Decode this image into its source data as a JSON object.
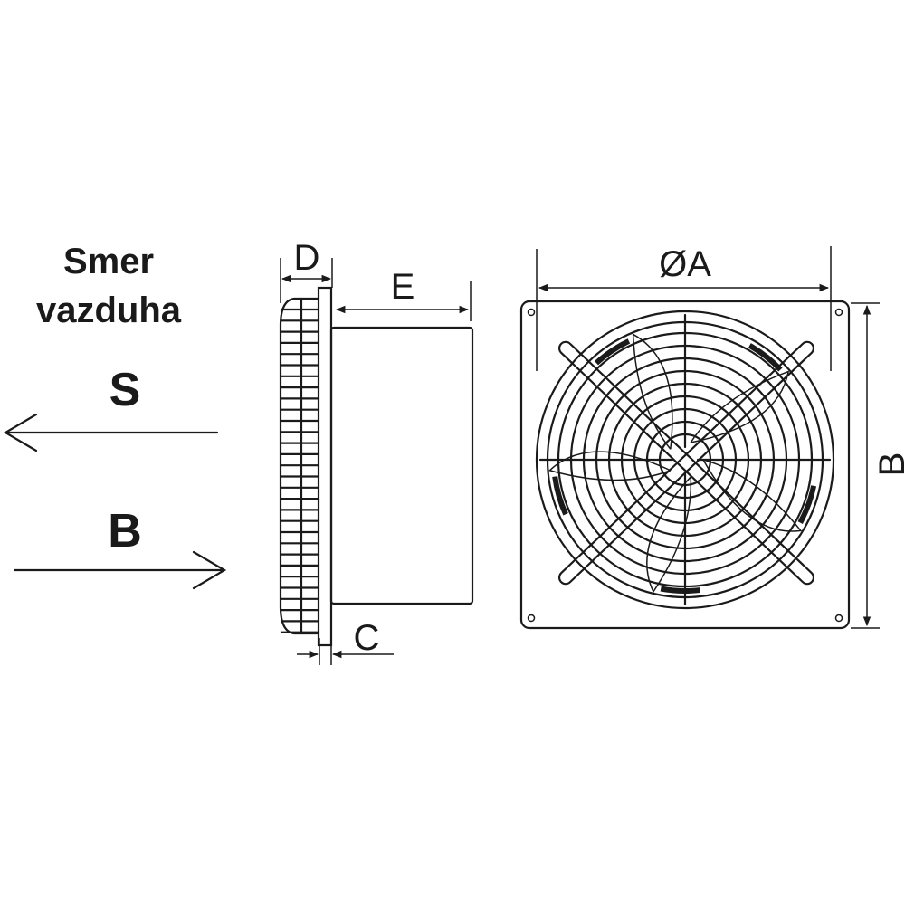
{
  "airflow": {
    "title_line1": "Smer",
    "title_line2": "vazduha",
    "suction_label": "S",
    "blow_label": "B"
  },
  "side_view": {
    "dim_d": "D",
    "dim_e": "E",
    "dim_c": "C"
  },
  "front_view": {
    "dim_a": "ØA",
    "dim_b": "B"
  },
  "colors": {
    "line": "#1a1a1a",
    "background": "#ffffff"
  }
}
